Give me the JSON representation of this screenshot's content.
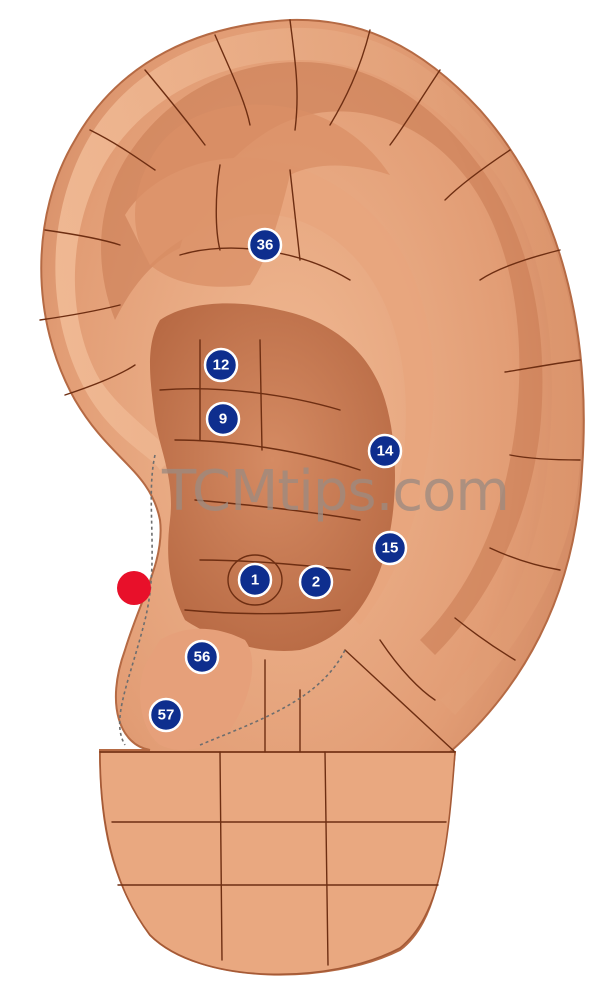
{
  "diagram": {
    "watermark": "TCMtips.com",
    "colors": {
      "skin": "#e7a27a",
      "skin_light": "#f3c2a0",
      "skin_shadow": "#c97c55",
      "skin_dark": "#a85c38",
      "grid_lines": "#6e2e12",
      "point_fill": "#0e2e8e",
      "point_text": "#ffffff",
      "marker": "#e8102a"
    },
    "points": [
      {
        "id": "36",
        "label": "36"
      },
      {
        "id": "12",
        "label": "12"
      },
      {
        "id": "9",
        "label": "9"
      },
      {
        "id": "14",
        "label": "14"
      },
      {
        "id": "15",
        "label": "15"
      },
      {
        "id": "1",
        "label": "1"
      },
      {
        "id": "2",
        "label": "2"
      },
      {
        "id": "56",
        "label": "56"
      },
      {
        "id": "57",
        "label": "57"
      }
    ],
    "marker": {
      "shape": "red-dot"
    }
  }
}
